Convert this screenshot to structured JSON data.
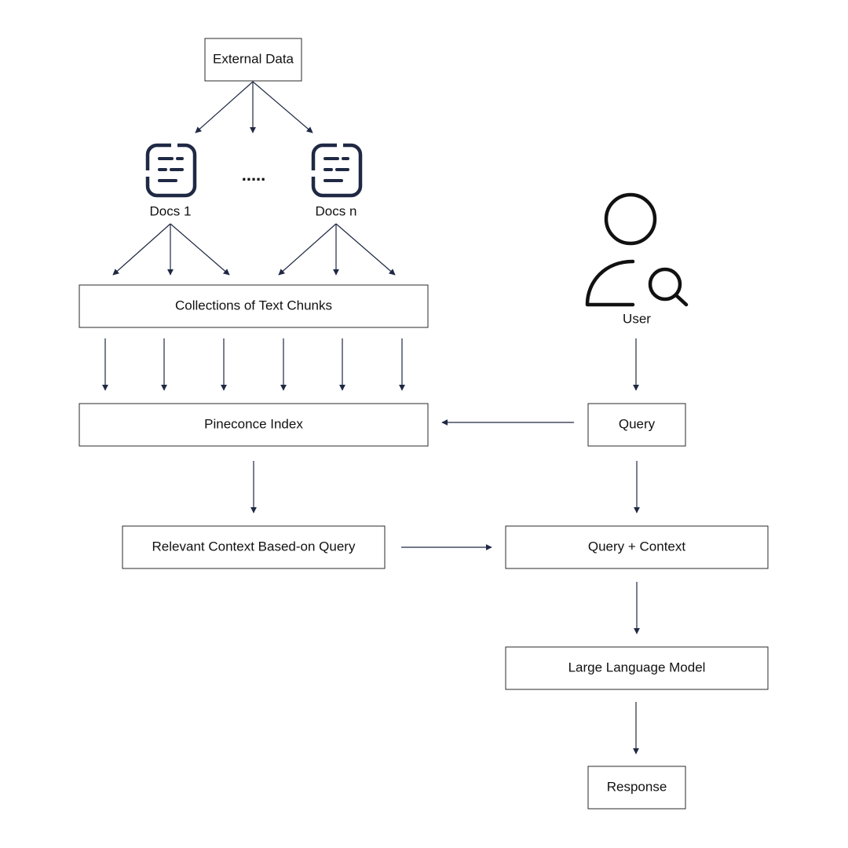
{
  "colors": {
    "arrow": "#1f2944",
    "doc_icon": "#1f2944",
    "user_icon": "#111111",
    "box_border": "#2a2a2a"
  },
  "nodes": {
    "external_data": "External Data",
    "docs_1": "Docs 1",
    "docs_ellipsis": ".....",
    "docs_n": "Docs n",
    "collections": "Collections of Text Chunks",
    "pinecone_index": "Pineconce Index",
    "relevant_context": "Relevant Context Based-on Query",
    "user": "User",
    "query": "Query",
    "query_context": "Query + Context",
    "llm": "Large Language Model",
    "response": "Response"
  },
  "icons": {
    "document": "document-list-icon",
    "user": "user-search-icon"
  }
}
